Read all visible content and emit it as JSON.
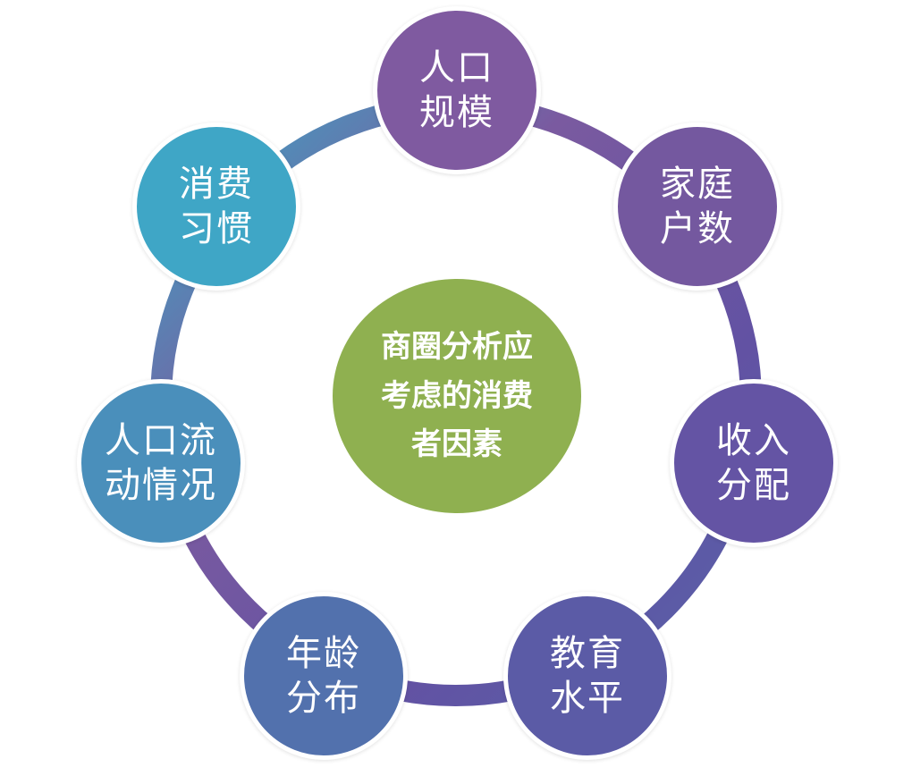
{
  "center": {
    "lines": [
      "商圈分析应",
      "考虑的消费",
      "者因素"
    ],
    "color": "#8fb050"
  },
  "nodes": [
    {
      "id": "population-size",
      "lines": [
        "人口",
        "规模"
      ],
      "color": "#7f5aa0"
    },
    {
      "id": "household-count",
      "lines": [
        "家庭",
        "户数"
      ],
      "color": "#74589f"
    },
    {
      "id": "income-distribution",
      "lines": [
        "收入",
        "分配"
      ],
      "color": "#6454a4"
    },
    {
      "id": "education-level",
      "lines": [
        "教育",
        "水平"
      ],
      "color": "#5b5ba6"
    },
    {
      "id": "age-distribution",
      "lines": [
        "年龄",
        "分布"
      ],
      "color": "#5271ad"
    },
    {
      "id": "population-flow",
      "lines": [
        "人口流",
        "动情况"
      ],
      "color": "#4a8fbb"
    },
    {
      "id": "consumption-habits",
      "lines": [
        "消费",
        "习惯"
      ],
      "color": "#3fa6c6"
    }
  ],
  "ring_colors": {
    "top": "#7a5aa0",
    "right": "#6252a3",
    "bottom": "#5663a9",
    "left": "#4491bc",
    "upper_left": "#3ba9c5"
  }
}
